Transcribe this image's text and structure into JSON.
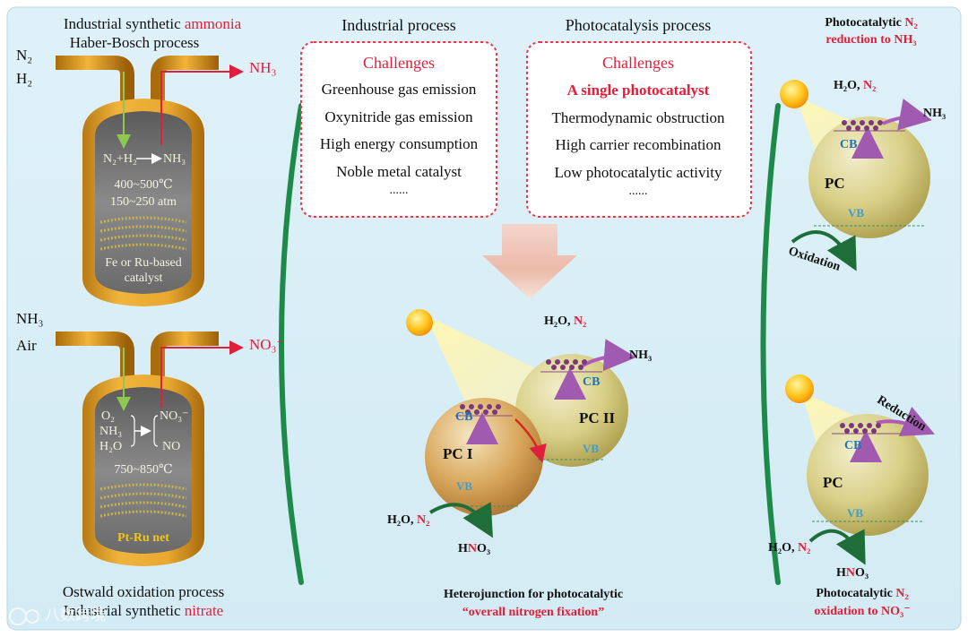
{
  "haber": {
    "title_prefix": "Industrial synthetic ",
    "title_highlight": "ammonia",
    "subtitle": "Haber-Bosch process",
    "input1": "N₂",
    "input2": "H₂",
    "output": "NH₃",
    "reaction_left": "N₂+H₂",
    "reaction_right": "NH₃",
    "temperature": "400~500℃",
    "pressure": "150~250 atm",
    "catalyst_line1": "Fe or Ru-based",
    "catalyst_line2": "catalyst"
  },
  "ostwald": {
    "input1": "NH₃",
    "input2": "Air",
    "output": "NO₃⁻",
    "reactant1": "O₂",
    "reactant2": "NH₃",
    "reactant3": "H₂O",
    "product1": "NO₃⁻",
    "product2": "NO",
    "temperature": "750~850℃",
    "catalyst": "Pt-Ru net",
    "title": "Ostwald oxidation process",
    "subtitle_prefix": "Industrial synthetic ",
    "subtitle_highlight": "nitrate"
  },
  "industrial": {
    "title": "Industrial process",
    "challenges_label": "Challenges",
    "items": [
      "Greenhouse gas emission",
      "Oxynitride gas emission",
      "High energy consumption",
      "Noble metal catalyst",
      "......"
    ]
  },
  "photocatalysis": {
    "title": "Photocatalysis process",
    "challenges_label": "Challenges",
    "highlight": "A single photocatalyst",
    "items": [
      "Thermodynamic obstruction",
      "High carrier recombination",
      "Low photocatalytic activity",
      "......"
    ]
  },
  "heterojunction": {
    "pc1": "PC I",
    "pc2": "PC II",
    "cb": "CB",
    "vb": "VB",
    "reactants_top_prefix": "H₂O, ",
    "reactants_top_highlight": "N₂",
    "product_top": "NH₃",
    "reactants_bottom_prefix": "H₂O, ",
    "reactants_bottom_highlight": "N₂",
    "product_bottom_h": "H",
    "product_bottom_n": "N",
    "product_bottom_o": "O₃",
    "caption1": "Heterojunction for photocatalytic",
    "caption2": "“overall nitrogen fixation”"
  },
  "reduction": {
    "title_prefix": "Photocatalytic ",
    "title_highlight": "N₂",
    "title_line2": "reduction to NH₃",
    "reactants_prefix": "H₂O, ",
    "reactants_highlight": "N₂",
    "product": "NH₃",
    "cb": "CB",
    "vb": "VB",
    "pc": "PC",
    "side_label": "Oxidation"
  },
  "oxidation": {
    "side_label": "Reduction",
    "cb": "CB",
    "vb": "VB",
    "pc": "PC",
    "reactants_prefix": "H₂O, ",
    "reactants_highlight": "N₂",
    "product_h": "H",
    "product_n": "N",
    "product_o": "O₃",
    "title_prefix": "Photocatalytic ",
    "title_highlight": "N₂",
    "title_line2": "oxidation to NO₃⁻"
  },
  "watermark": "八数跨境"
}
